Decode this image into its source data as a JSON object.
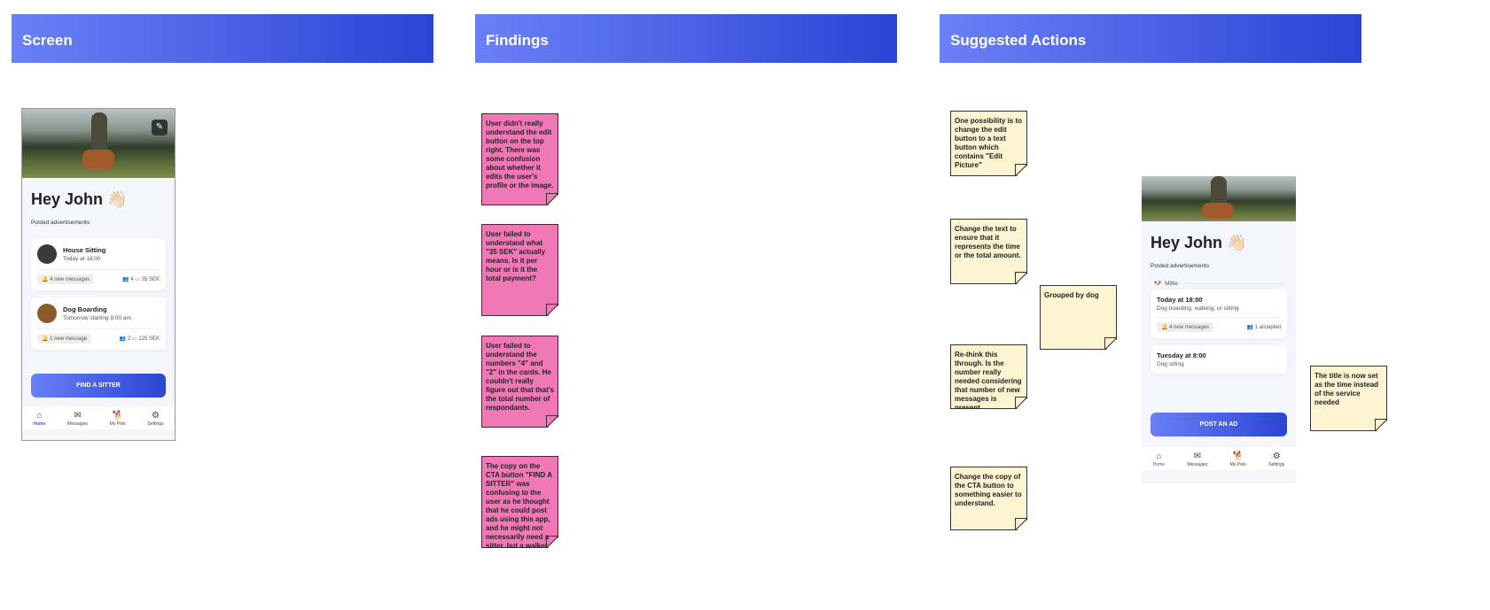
{
  "headers": {
    "screen": "Screen",
    "findings": "Findings",
    "actions": "Suggested Actions"
  },
  "findings": [
    "User didn't really understand the edit button on the top right. There was some confusion about whether it edits the user's profile or the image.",
    "User failed to understand what \"35 SEK\" actually means. Is it per hour or is it the total payment?",
    "User failed to understand the numbers \"4\" and \"2\" in the cards. He couldn't really figure out that that's the total number of respondants.",
    "The copy on the CTA button \"FIND A SITTER\" was confusing to the user as he thought that he could post ads using this app, and he might not necessarily need a sitter, but a walker, etc"
  ],
  "actions": [
    "One possibility is to change the edit button to a text button which contains \"Edit Picture\"",
    "Change the text to ensure that it represents the time or the total amount.",
    "Re-think this through. Is the number really needed considering that number of new messages is present.",
    "Change the copy of the CTA button to something easier to understand.",
    "Grouped by dog",
    "The title is now set as the time instead of the service needed"
  ],
  "old_screen": {
    "greeting": "Hey John",
    "wave": "👋🏻",
    "posted": "Posted advertisements",
    "cards": [
      {
        "title": "House Sitting",
        "subtitle": "Today at 18:00",
        "messages": "4 new messages",
        "respondents": "4",
        "price": "35 SEK"
      },
      {
        "title": "Dog Boarding",
        "subtitle": "Tomorrow starting 8:00 am",
        "messages": "1 new message",
        "respondents": "2",
        "price": "125 SEK"
      }
    ],
    "cta": "FIND A SITTER"
  },
  "new_screen": {
    "greeting": "Hey John",
    "wave": "👋🏻",
    "posted": "Posted advertisements",
    "group": "Millie",
    "cards": [
      {
        "title": "Today at 18:00",
        "subtitle": "Dog boarding, walking, or sitting",
        "messages": "4 new messages",
        "accepted": "1 accepted"
      },
      {
        "title": "Tuesday at 8:00",
        "subtitle": "Dog sitting"
      }
    ],
    "cta": "POST AN AD"
  },
  "nav": [
    "Home",
    "Messages",
    "My Pets",
    "Settings"
  ]
}
